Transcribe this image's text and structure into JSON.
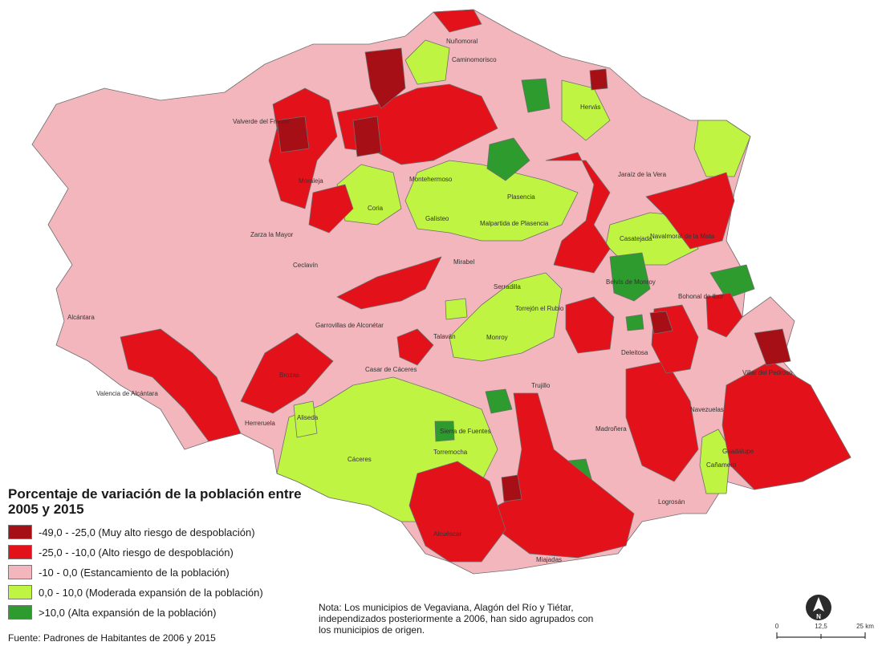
{
  "legend": {
    "title": "Porcentaje de variación de la población entre 2005 y 2015",
    "items": [
      {
        "label": "-49,0 - -25,0 (Muy alto riesgo de despoblación)",
        "color": "#a50f15"
      },
      {
        "label": "-25,0 - -10,0 (Alto riesgo de despoblación)",
        "color": "#e3121a"
      },
      {
        "label": "-10 - 0,0 (Estancamiento de la población)",
        "color": "#f4b6bd"
      },
      {
        "label": "0,0 - 10,0 (Moderada expansión de la población)",
        "color": "#bff542"
      },
      {
        "label": ">10,0 (Alta expansión de la población)",
        "color": "#2e9b2e"
      }
    ]
  },
  "note": "Nota: Los municipios de Vegaviana, Alagón del Río y Tiétar, independizados posteriormente a 2006, han sido agrupados con los municipios de origen.",
  "source": "Fuente: Padrones de Habitantes de 2006 y 2015",
  "scale": {
    "ticks": [
      "0",
      "12,5",
      "25 km"
    ]
  },
  "municipalities": {
    "caceres": "Cáceres",
    "trujillo": "Trujillo",
    "plasencia": "Plasencia",
    "valencia": "Valencia de Alcántara",
    "alcantara": "Alcántara",
    "coria": "Coria",
    "logrosan": "Logrosán",
    "monroy": "Monroy",
    "torrejon_rubio": "Torrejón el Rubio",
    "malpartida_plasencia": "Malpartida de Plasencia",
    "herrera": "Herreruela",
    "aliseda": "Aliseda",
    "deleitosa": "Deleitosa",
    "guadalupe": "Guadalupe",
    "madronera": "Madroñera",
    "miajadas": "Miajadas",
    "alcuescar": "Alcuéscar",
    "cañamero": "Cañamero",
    "zarza": "Zarza la Mayor",
    "ceclavin": "Ceclavín",
    "brozas": "Brozas",
    "talavan": "Talaván",
    "casatejada": "Casatejada",
    "navalmoral": "Navalmoral de la Mata",
    "hervas": "Hervás",
    "nunomoral": "Nuñomoral",
    "caminomorisco": "Caminomorisco",
    "valverde": "Valverde del Fresno",
    "moraleja": "Moraleja",
    "serradilla": "Serradilla",
    "mirabel": "Mirabel",
    "sierra_fuentes": "Sierra de Fuentes",
    "torremocha": "Torremocha",
    "belvis": "Belvís de Monroy",
    "jaraiz": "Jaraíz de la Vera",
    "bohonal": "Bohonal de Ibor",
    "navezuelas": "Navezuelas",
    "villar_pedroso": "Villar del Pedroso",
    "casar": "Casar de Cáceres",
    "galisteo": "Galisteo",
    "montehermoso": "Montehermoso",
    "garrovillas": "Garrovillas de Alconétar"
  }
}
